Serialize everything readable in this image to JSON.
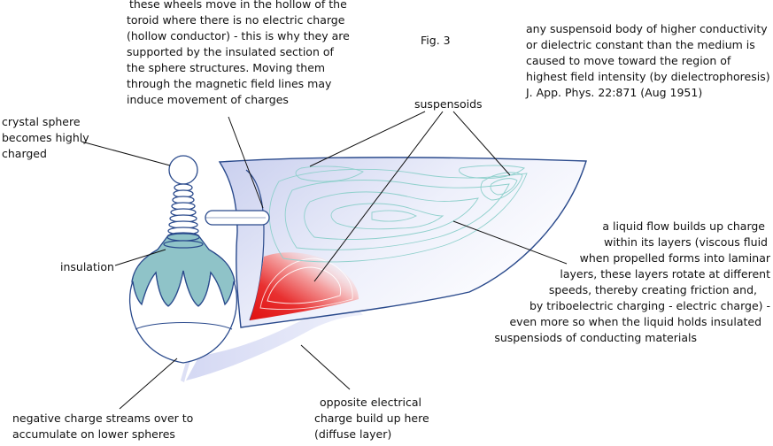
{
  "figure_label": "Fig. 3",
  "notes": {
    "wheels": [
      "these wheels move in the hollow of the",
      "toroid where there is no electric charge",
      "(hollow conductor) - this is why they are",
      "supported by the insulated section of",
      "the sphere structures. Moving them",
      "through the magnetic field lines may",
      "induce movement of charges"
    ],
    "suspensoid_body": [
      "any suspensoid body of higher conductivity",
      "or dielectric constant than the medium is",
      "caused to move toward the region of",
      "highest field intensity (by dielectrophoresis)",
      "J. App. Phys. 22:871 (Aug 1951)"
    ],
    "crystal_sphere": [
      "crystal sphere",
      "becomes highly",
      "charged"
    ],
    "suspensoids": "suspensoids",
    "insulation": "insulation",
    "liquid_flow": [
      "a liquid flow builds up charge",
      "within its layers (viscous fluid",
      "when propelled forms into laminar",
      "layers, these layers rotate at different",
      "speeds, thereby creating friction and,",
      "by triboelectric charging - electric charge) -",
      "even more so when the liquid holds insulated",
      "suspensiods of conducting materials"
    ],
    "opposite_charge": [
      "opposite electrical",
      "charge build up here",
      "(diffuse layer)"
    ],
    "negative_charge": [
      "negative charge streams over to",
      "accumulate on lower spheres"
    ]
  },
  "colors": {
    "outline": "#2a4a8c",
    "insulation_fill": "#8fc3c8",
    "toroid_fill": "#d7dcf3",
    "contour": "#8fd0cc",
    "hot_region": "#e01010",
    "arrow_fill": "#dde0f5"
  }
}
